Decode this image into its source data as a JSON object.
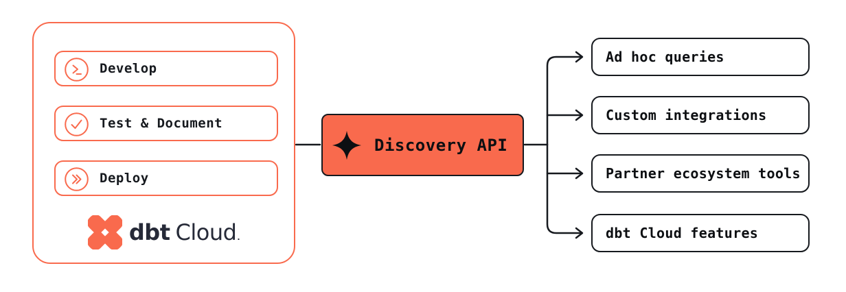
{
  "colors": {
    "orange": "#F96A4D",
    "navy": "#262A38",
    "ink": "#16191E",
    "background": "#FFFFFF"
  },
  "pipeline_panel": {
    "items": [
      {
        "label": "Develop",
        "icon": "terminal-prompt-icon"
      },
      {
        "label": "Test & Document",
        "icon": "checkmark-icon"
      },
      {
        "label": "Deploy",
        "icon": "double-chevron-icon"
      }
    ],
    "logo": {
      "brand": "dbt",
      "product": "Cloud",
      "trademark": "."
    }
  },
  "hub": {
    "label": "Discovery API",
    "icon": "sparkle-icon"
  },
  "consumers": [
    {
      "label": "Ad hoc queries"
    },
    {
      "label": "Custom integrations"
    },
    {
      "label": "Partner ecosystem tools"
    },
    {
      "label": "dbt Cloud features"
    }
  ]
}
